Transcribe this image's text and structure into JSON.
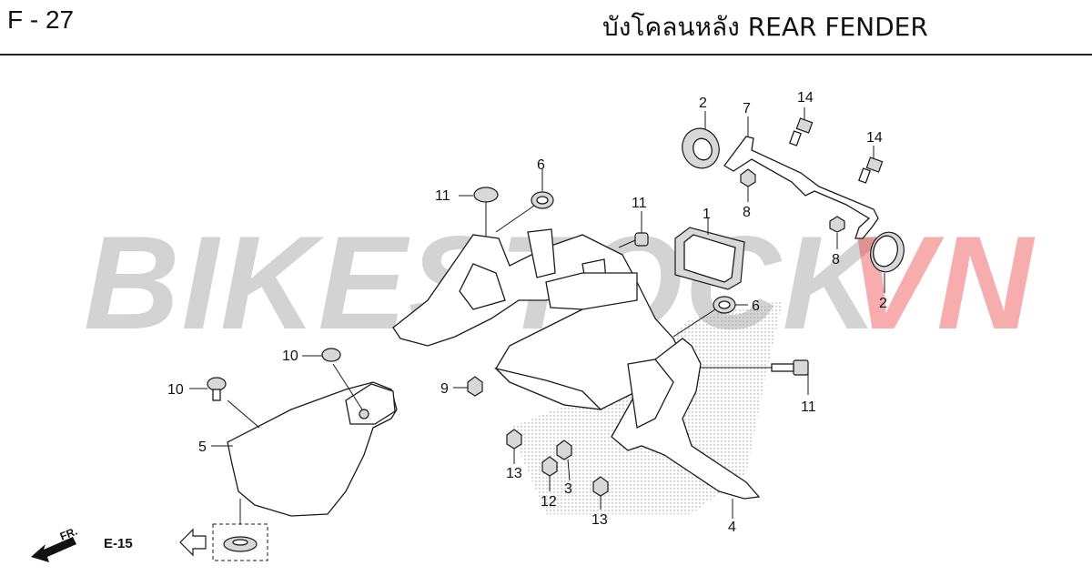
{
  "header": {
    "code": "F - 27",
    "title": "บังโคลนหลัง  REAR FENDER"
  },
  "watermark": {
    "main": "BIKESTOCK",
    "accent": "VN",
    "main_color": "#9a9a9a",
    "accent_color": "#eb3c3c"
  },
  "callouts": [
    {
      "id": "c2a",
      "label": "2"
    },
    {
      "id": "c7",
      "label": "7"
    },
    {
      "id": "c14a",
      "label": "14"
    },
    {
      "id": "c14b",
      "label": "14"
    },
    {
      "id": "c6a",
      "label": "6"
    },
    {
      "id": "c11a",
      "label": "11"
    },
    {
      "id": "c11b",
      "label": "11"
    },
    {
      "id": "c1",
      "label": "1"
    },
    {
      "id": "c8a",
      "label": "8"
    },
    {
      "id": "c8b",
      "label": "8"
    },
    {
      "id": "c2b",
      "label": "2"
    },
    {
      "id": "c6b",
      "label": "6"
    },
    {
      "id": "c10a",
      "label": "10"
    },
    {
      "id": "c10b",
      "label": "10"
    },
    {
      "id": "c9",
      "label": "9"
    },
    {
      "id": "c11c",
      "label": "11"
    },
    {
      "id": "c5",
      "label": "5"
    },
    {
      "id": "c13a",
      "label": "13"
    },
    {
      "id": "c3",
      "label": "3"
    },
    {
      "id": "c12",
      "label": "12"
    },
    {
      "id": "c13b",
      "label": "13"
    },
    {
      "id": "c4",
      "label": "4"
    }
  ],
  "footer": {
    "front_label": "FR.",
    "ref_label": "E-15",
    "icons": [
      "front-arrow-icon",
      "reference-arrow-icon"
    ]
  }
}
